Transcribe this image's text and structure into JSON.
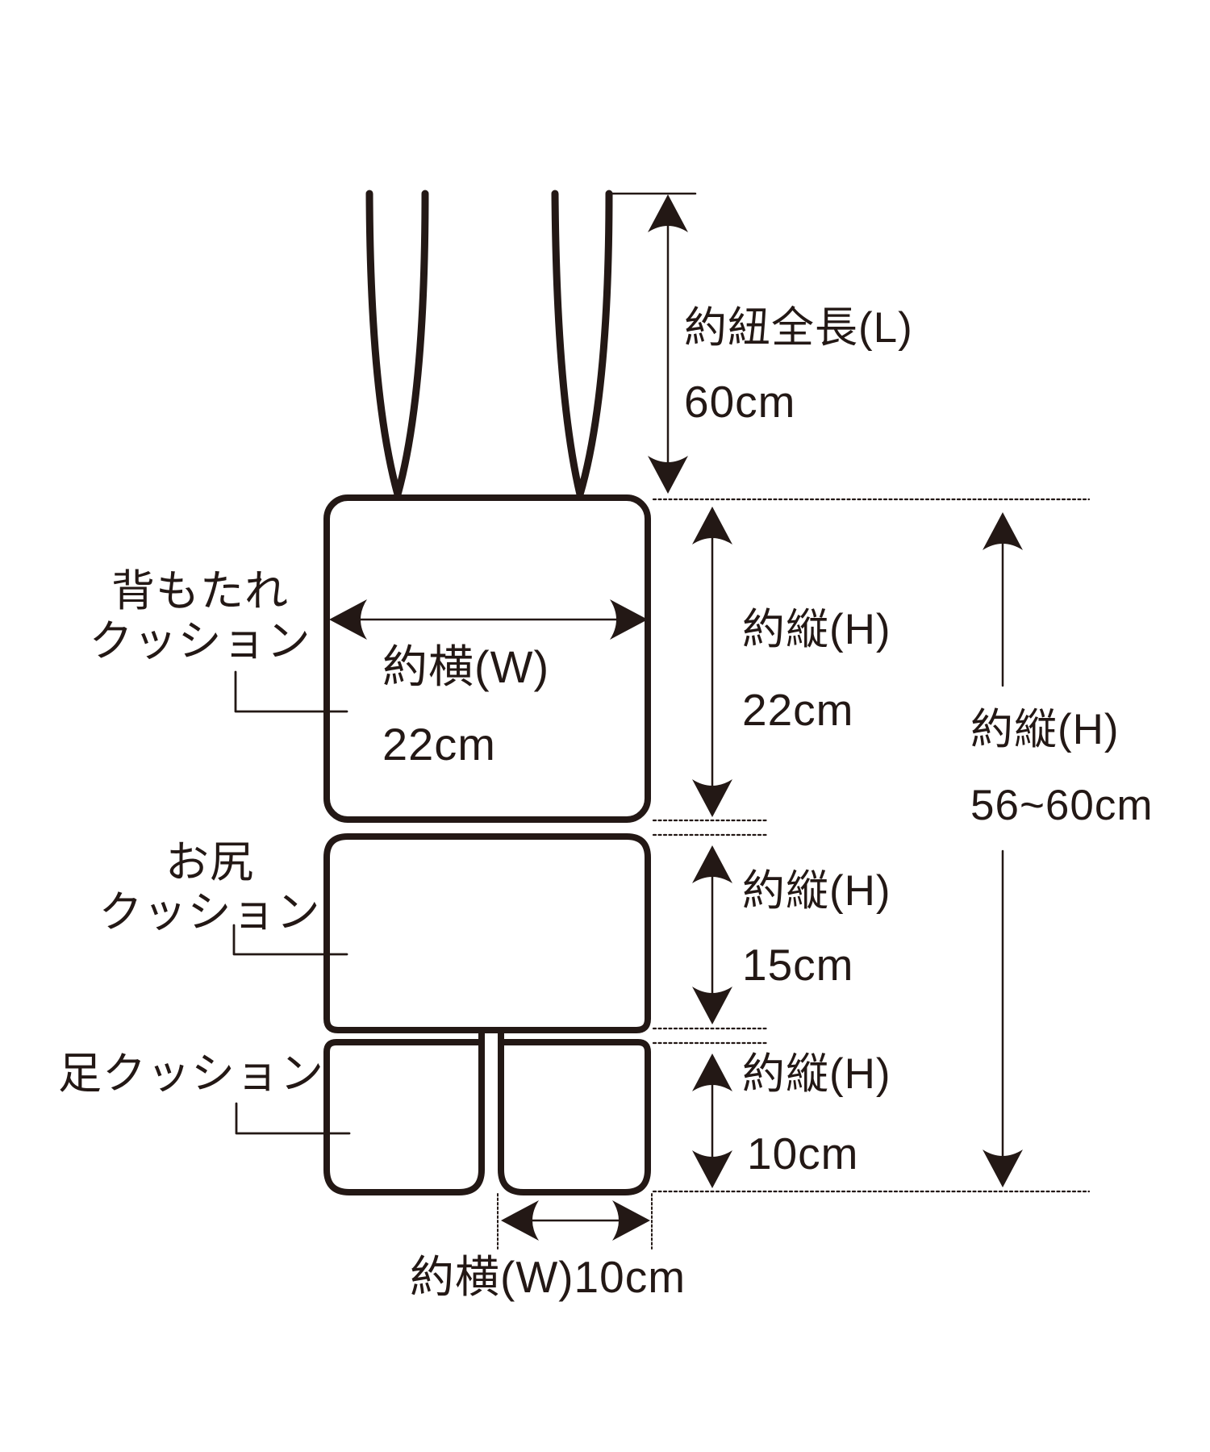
{
  "colors": {
    "ink": "#231815",
    "background": "#ffffff"
  },
  "diagram": {
    "type": "product-dimension-diagram",
    "parts": {
      "back_cushion": {
        "line1": "背もたれ",
        "line2": "クッション"
      },
      "seat_cushion": {
        "line1": "お尻",
        "line2": "クッション"
      },
      "leg_cushion": {
        "label": "足クッション"
      }
    },
    "dimensions": {
      "strap_length": {
        "name": "約紐全長(L)",
        "value": "60cm"
      },
      "top_width": {
        "name": "約横(W)",
        "value": "22cm"
      },
      "back_height": {
        "name": "約縦(H)",
        "value": "22cm"
      },
      "seat_height": {
        "name": "約縦(H)",
        "value": "15cm"
      },
      "leg_height": {
        "name": "約縦(H)",
        "value": "10cm"
      },
      "total_height": {
        "name": "約縦(H)",
        "value": "56~60cm"
      },
      "leg_width": {
        "label": "約横(W)10cm"
      }
    }
  }
}
